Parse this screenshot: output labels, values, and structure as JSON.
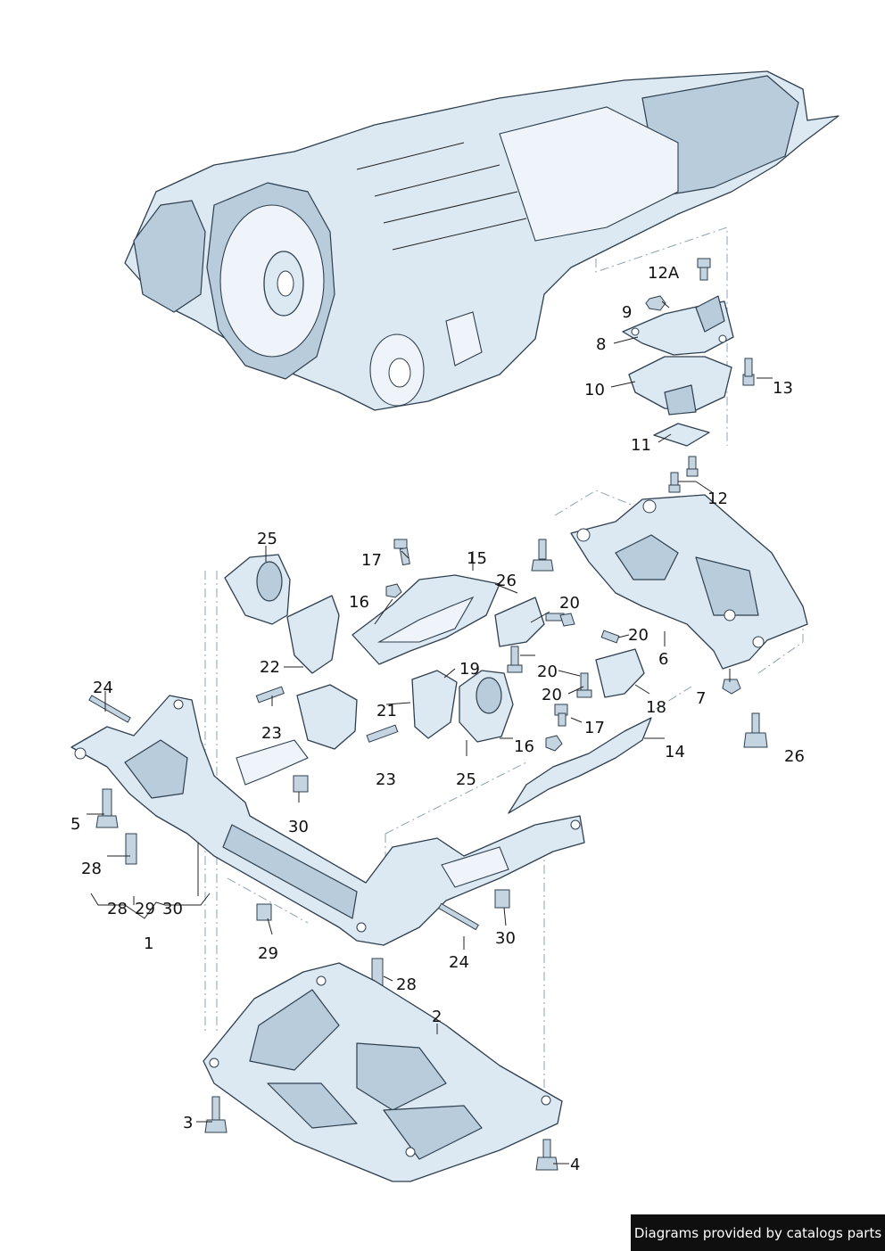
{
  "callouts": [
    "1",
    "2",
    "3",
    "4",
    "5",
    "6",
    "7",
    "8",
    "9",
    "10",
    "11",
    "12",
    "12A",
    "13",
    "14",
    "15",
    "16",
    "17",
    "18",
    "19",
    "20",
    "21",
    "22",
    "23",
    "24",
    "25",
    "26",
    "28",
    "29",
    "30"
  ],
  "labels": {
    "l1": "1",
    "l2": "2",
    "l3": "3",
    "l4": "4",
    "l5": "5",
    "l6": "6",
    "l7": "7",
    "l8": "8",
    "l9": "9",
    "l10": "10",
    "l11": "11",
    "l12": "12",
    "l12a": "12A",
    "l13": "13",
    "l14": "14",
    "l15": "15",
    "l16a": "16",
    "l16b": "16",
    "l17a": "17",
    "l17b": "17",
    "l18": "18",
    "l19": "19",
    "l20a": "20",
    "l20b": "20",
    "l20c": "20",
    "l20d": "20",
    "l21": "21",
    "l22": "22",
    "l23a": "23",
    "l23b": "23",
    "l24a": "24",
    "l24b": "24",
    "l25a": "25",
    "l25b": "25",
    "l26a": "26",
    "l26b": "26",
    "l28a": "28",
    "l28b": "28",
    "l28c": "28",
    "l29a": "29",
    "l29b": "29",
    "l30a": "30",
    "l30b": "30",
    "l30c": "30"
  },
  "credit": "Diagrams provided by catalogs parts"
}
